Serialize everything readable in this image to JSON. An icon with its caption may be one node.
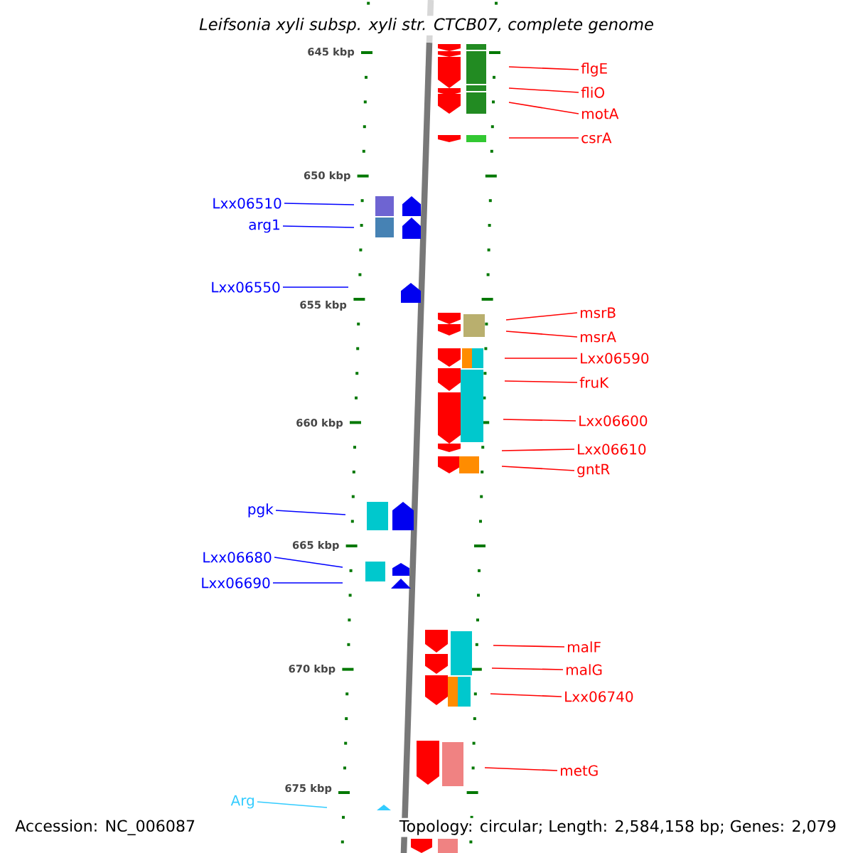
{
  "diagram": {
    "title": "*Leifsonia xyli subsp. xyli str. CTCB07, complete genome*",
    "nodes": [
      {
        "text": [
          "flgE"
        ]
      },
      {
        "text": [
          "fliO"
        ]
      },
      {
        "text": [
          "motA"
        ]
      },
      {
        "text": [
          "csrA"
        ]
      },
      {
        "text": [
          "Lxx06510"
        ]
      },
      {
        "text": [
          "arg1"
        ]
      },
      {
        "text": [
          "Lxx06550"
        ]
      },
      {
        "text": [
          "msrB"
        ]
      },
      {
        "text": [
          "msrA"
        ]
      },
      {
        "text": [
          "Lxx06590"
        ]
      },
      {
        "text": [
          "fruK"
        ]
      },
      {
        "text": [
          "Lxx06600"
        ]
      },
      {
        "text": [
          "Lxx06610"
        ]
      },
      {
        "text": [
          "gntR"
        ]
      },
      {
        "text": [
          "pgk"
        ]
      },
      {
        "text": [
          "Lxx06680"
        ]
      },
      {
        "text": [
          "Lxx06690"
        ]
      },
      {
        "text": [
          "malF"
        ]
      },
      {
        "text": [
          "malG"
        ]
      },
      {
        "text": [
          "Lxx06740"
        ]
      },
      {
        "text": [
          "metG"
        ]
      },
      {
        "text": [
          "Arg"
        ]
      }
    ],
    "edges": [
      {
        "from": 0,
        "to": null,
        "arrow": "none"
      },
      {
        "from": 1,
        "to": null,
        "arrow": "none"
      },
      {
        "from": 2,
        "to": null,
        "arrow": "none"
      },
      {
        "from": 3,
        "to": null,
        "arrow": "none"
      },
      {
        "from": 4,
        "to": null,
        "arrow": "none",
        "color": "#0000ff"
      },
      {
        "from": 5,
        "to": null,
        "arrow": "none",
        "color": "#0000ff"
      },
      {
        "from": 6,
        "to": null,
        "arrow": "none",
        "color": "#0000ff"
      },
      {
        "from": 7,
        "to": null,
        "arrow": "none"
      },
      {
        "from": 8,
        "to": null,
        "arrow": "none"
      },
      {
        "from": 9,
        "to": null,
        "arrow": "none"
      },
      {
        "from": 10,
        "to": null,
        "arrow": "none"
      },
      {
        "from": 11,
        "to": null,
        "arrow": "none"
      },
      {
        "from": 12,
        "to": null,
        "arrow": "none"
      },
      {
        "from": 13,
        "to": null,
        "arrow": "none"
      },
      {
        "from": 14,
        "to": null,
        "arrow": "none",
        "color": "#0000ff"
      },
      {
        "from": 15,
        "to": null,
        "arrow": "none",
        "color": "#0000ff"
      },
      {
        "from": 16,
        "to": null,
        "arrow": "none",
        "color": "#0000ff"
      },
      {
        "from": 17,
        "to": null,
        "arrow": "none"
      },
      {
        "from": 18,
        "to": null,
        "arrow": "none"
      },
      {
        "from": 19,
        "to": null,
        "arrow": "none"
      },
      {
        "from": 20,
        "to": null,
        "arrow": "none"
      },
      {
        "from": 21,
        "to": null,
        "arrow": "none",
        "color": "#33ccff"
      }
    ],
    "labels": [
      "645 kbp",
      "650 kbp",
      "655 kbp",
      "660 kbp",
      "665 kbp",
      "670 kbp",
      "675 kbp",
      "Accession: NC_006087",
      "Topology: circular; Length: 2,584,158 bp; Genes: 2,079"
    ]
  }
}
